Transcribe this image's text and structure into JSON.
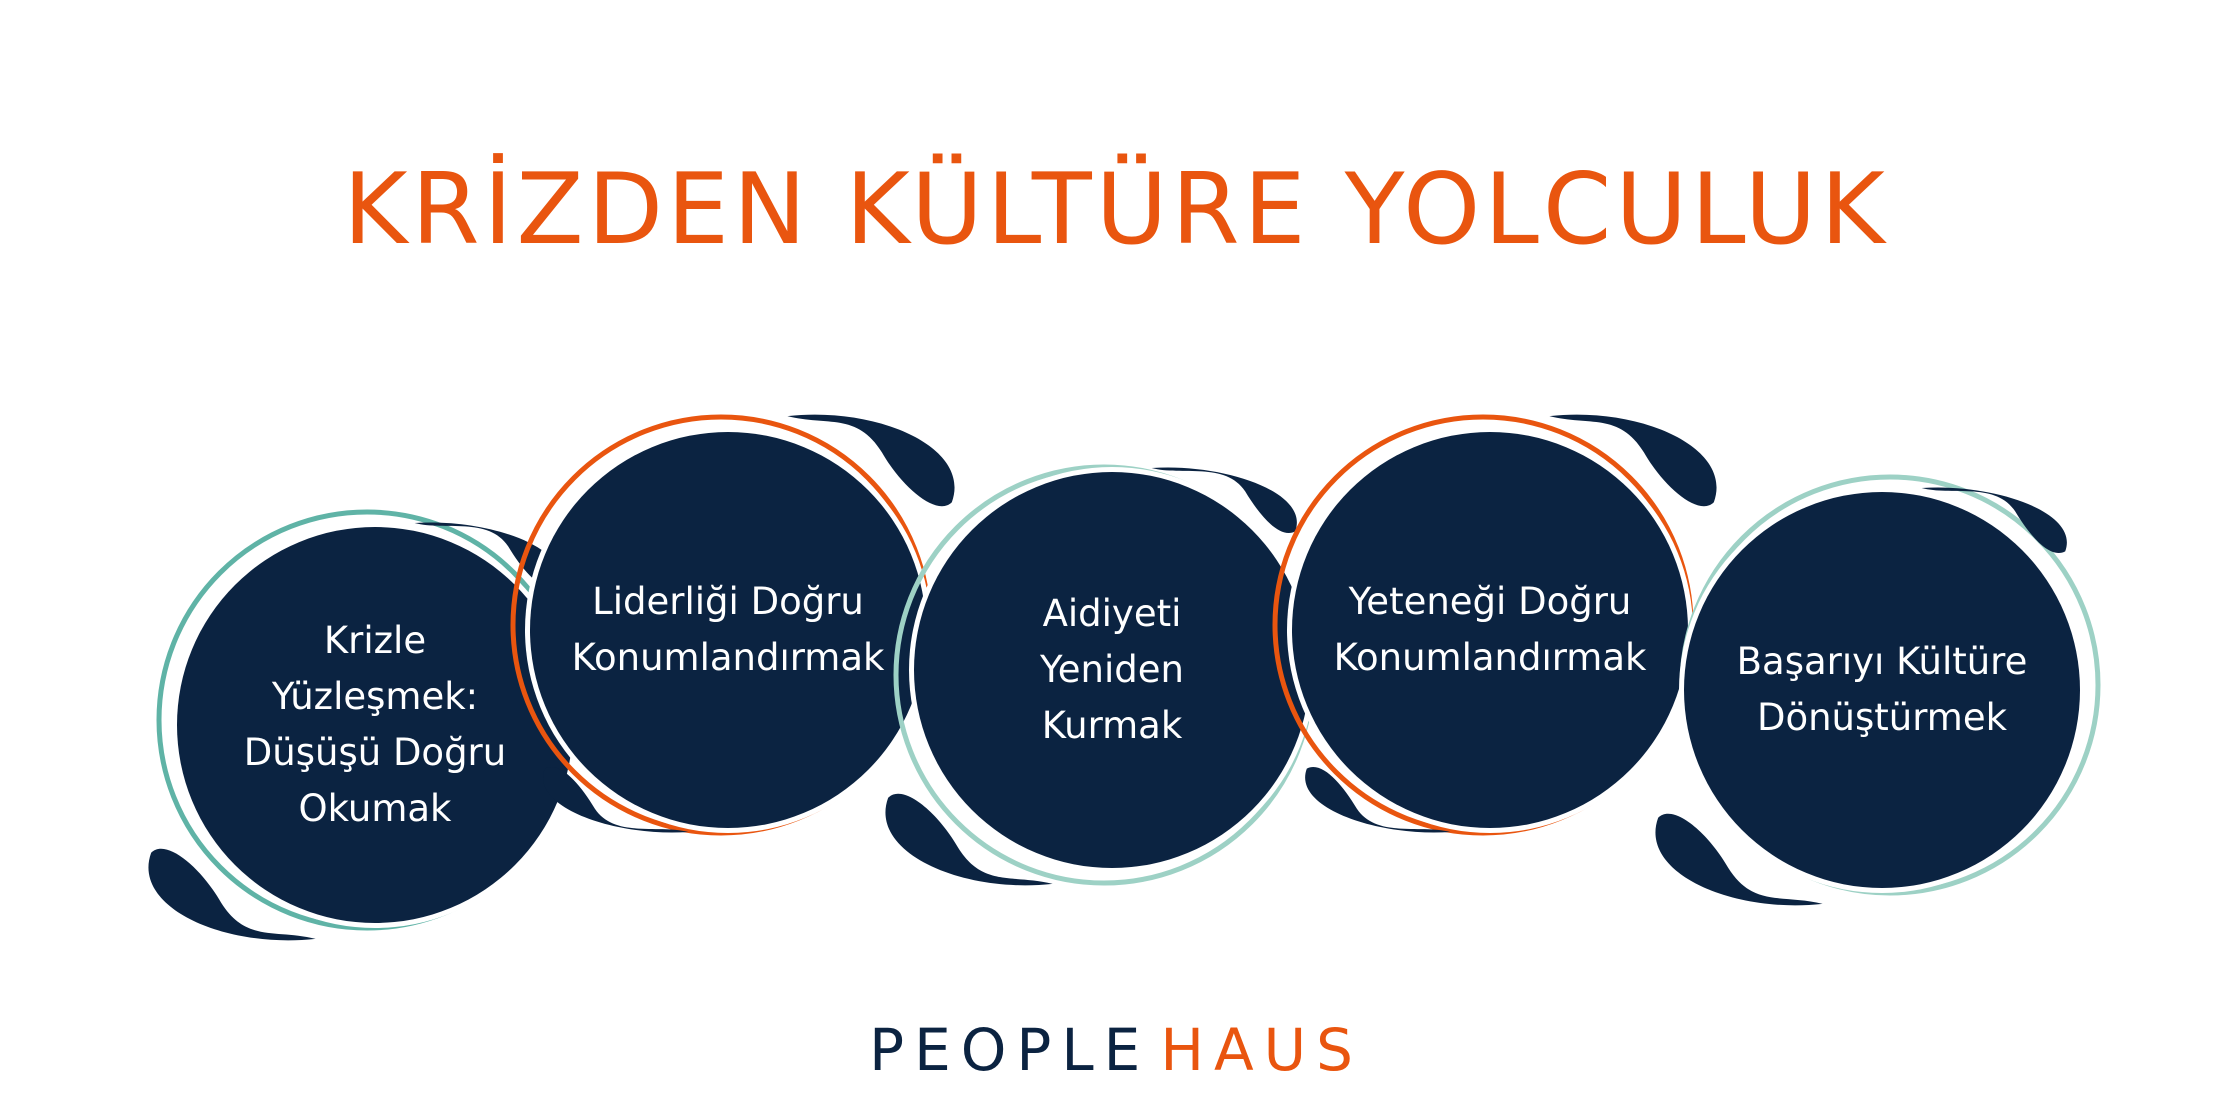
{
  "title": "KRİZDEN KÜLTÜRE YOLCULUK",
  "steps": [
    {
      "label": "Krizle\nYüzleşmek:\nDüşüşü Doğru\nOkumak",
      "ring_color": "#5fb3a6"
    },
    {
      "label": "Liderliği Doğru\nKonumlandırmak",
      "ring_color": "#e9550f"
    },
    {
      "label": "Aidiyeti\nYeniden\nKurmak",
      "ring_color": "#9dd1c5"
    },
    {
      "label": "Yeteneği Doğru\nKonumlandırmak",
      "ring_color": "#e9550f"
    },
    {
      "label": "Başarıyı Kültüre\nDönüştürmek",
      "ring_color": "#9dd1c5"
    }
  ],
  "logo": {
    "part1": "PEOPLE",
    "part2": "HAUS"
  },
  "colors": {
    "navy": "#0b2341",
    "orange": "#e9550f",
    "teal": "#5fb3a6",
    "mint": "#9dd1c5",
    "background": "#ffffff"
  }
}
